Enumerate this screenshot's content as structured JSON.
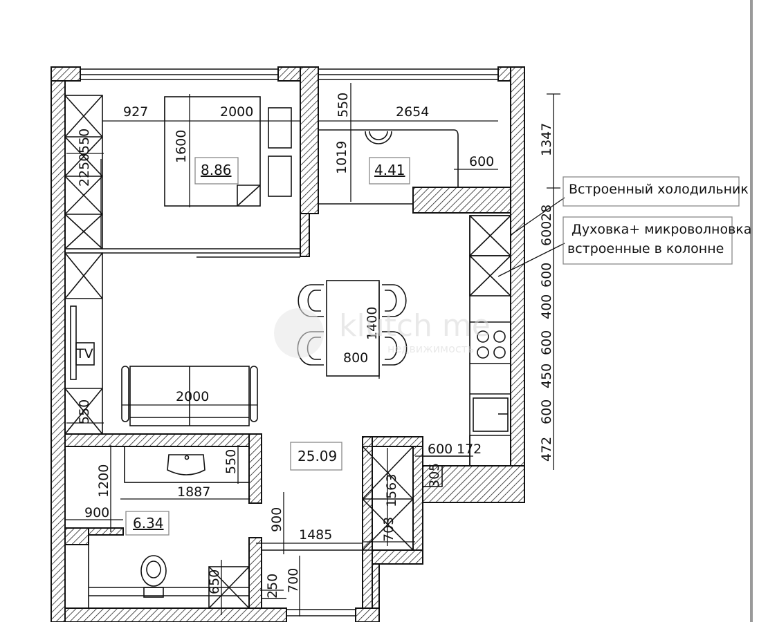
{
  "rooms": {
    "bedroom_area": "8.86",
    "kitchen_niche_area": "4.41",
    "living_area": "25.09",
    "bathroom_area": "6.34"
  },
  "dimensions": {
    "bedroom_left": "927",
    "bed_width": "2000",
    "bed_length": "1600",
    "wardrobe_depth": "550",
    "wardrobe_length": "2250",
    "niche_top_offset": "550",
    "niche_width": "2654",
    "niche_depth": "1019",
    "niche_counter": "600",
    "niche_height": "1347",
    "fridge_gap": "28",
    "column_1": "600",
    "column_2": "600",
    "column_3": "400",
    "column_4": "600",
    "column_5": "450",
    "column_6": "600",
    "column_7": "472",
    "table_length": "1400",
    "table_width": "800",
    "sofa_length": "2000",
    "tv_cabinet_depth": "550",
    "counter_return": "600",
    "counter_end": "172",
    "small_niche": "305",
    "bath_height": "1200",
    "vanity_depth": "550",
    "vanity_length": "1887",
    "bath_niche": "900",
    "hall_niche": "900",
    "hall_length": "1485",
    "closet_depth": "1563",
    "closet_width": "703",
    "shower_width": "650",
    "door_gap": "250",
    "door_height": "700"
  },
  "labels": {
    "tv": "TV",
    "fridge_note": "Встроенный холодильник",
    "oven_note_1": "Духовка+ микроволновка",
    "oven_note_2": "встроенные в колонне"
  },
  "watermark": {
    "brand": "klutch me",
    "sub": "недвижимость"
  }
}
